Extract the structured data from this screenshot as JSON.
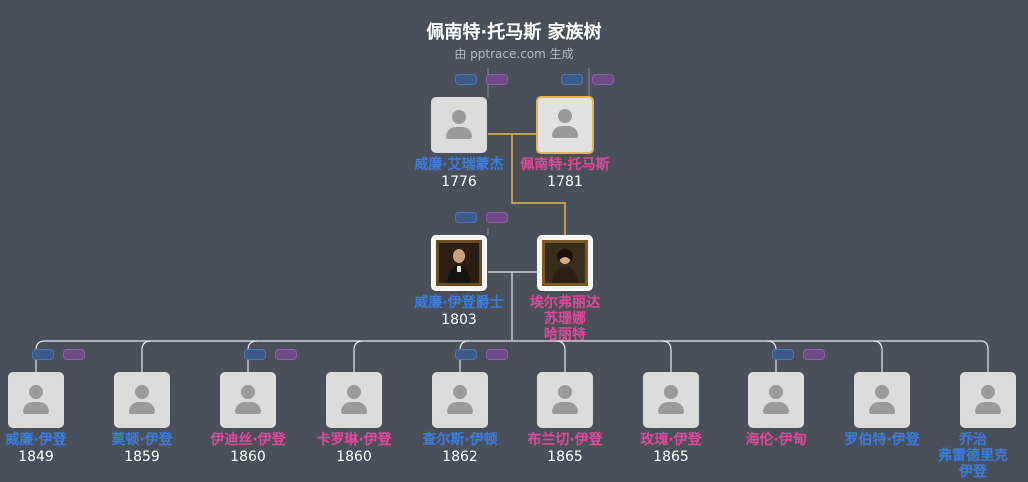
{
  "title": "佩南特·托马斯 家族树",
  "subtitle": "由 pptrace.com 生成",
  "colors": {
    "background": "#4a5059",
    "male": "#3a7de0",
    "female": "#e0489b",
    "highlight_line": "#e8b54a",
    "line": "#e8e8e8"
  },
  "generation1": [
    {
      "name": "威廉·艾瑞蒙杰",
      "year": "1776",
      "gender": "male"
    },
    {
      "name": "佩南特·托马斯",
      "year": "1781",
      "gender": "female"
    }
  ],
  "generation2": [
    {
      "name": "威廉·伊登爵士",
      "year": "1803",
      "gender": "male"
    },
    {
      "name": "埃尔弗丽达\n苏珊娜\n哈丽特",
      "year": "",
      "gender": "female"
    }
  ],
  "generation3": [
    {
      "name": "威廉·伊登",
      "year": "1849",
      "gender": "male"
    },
    {
      "name": "莫顿·伊登",
      "year": "1859",
      "gender": "male"
    },
    {
      "name": "伊迪丝·伊登",
      "year": "1860",
      "gender": "female"
    },
    {
      "name": "卡罗琳·伊登",
      "year": "1860",
      "gender": "female"
    },
    {
      "name": "查尔斯·伊顿",
      "year": "1862",
      "gender": "male"
    },
    {
      "name": "布兰切·伊登",
      "year": "1865",
      "gender": "female"
    },
    {
      "name": "玫瑰·伊登",
      "year": "1865",
      "gender": "female"
    },
    {
      "name": "海伦·伊甸",
      "year": "",
      "gender": "female"
    },
    {
      "name": "罗伯特·伊登",
      "year": "",
      "gender": "male"
    },
    {
      "name": "乔治\n弗雷德里克\n伊登",
      "year": "",
      "gender": "male"
    }
  ]
}
